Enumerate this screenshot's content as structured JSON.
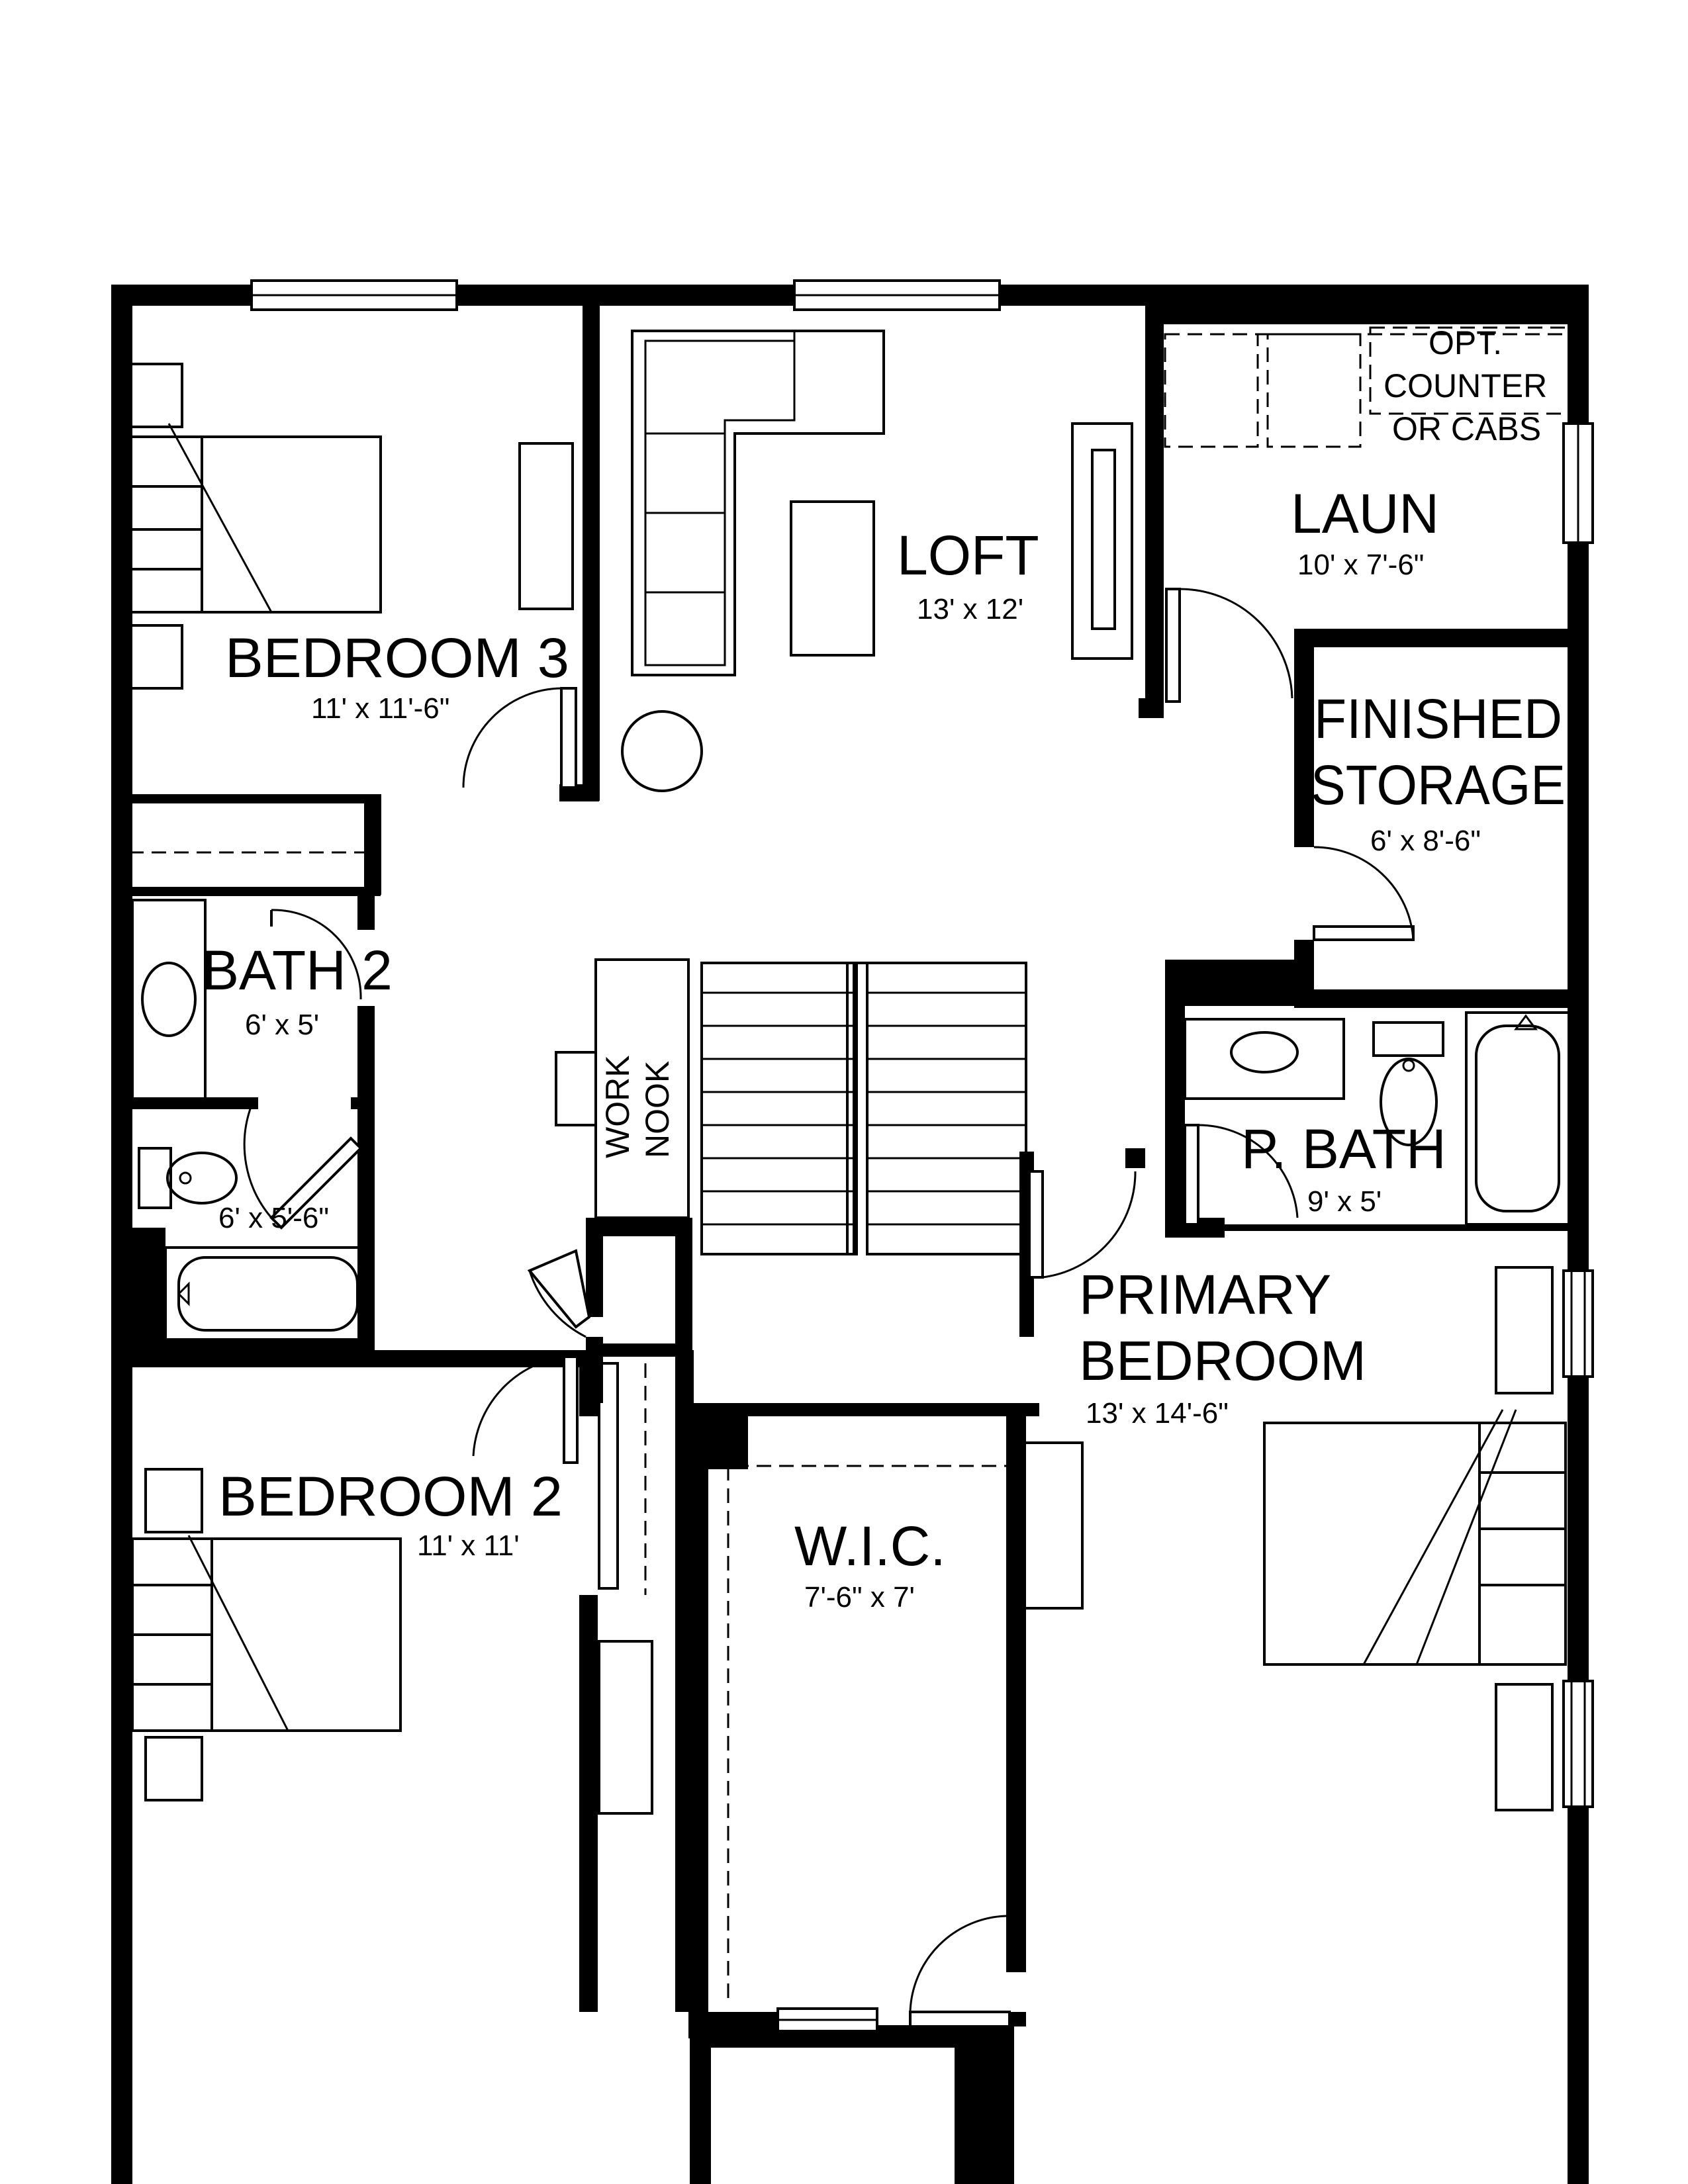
{
  "plan": {
    "rooms": {
      "bedroom3": {
        "name": "BEDROOM 3",
        "dim": "11' x 11'-6\""
      },
      "loft": {
        "name": "LOFT",
        "dim": "13' x 12'"
      },
      "laun": {
        "name": "LAUN",
        "dim": "10' x 7'-6\""
      },
      "finished_storage": {
        "name_line1": "FINISHED",
        "name_line2": "STORAGE",
        "dim": "6' x 8'-6\""
      },
      "bath2": {
        "name": "BATH 2",
        "dim": "6' x 5'",
        "dim2": "6' x 5'-6\""
      },
      "p_bath": {
        "name": "P. BATH",
        "dim": "9' x 5'"
      },
      "primary_bedroom": {
        "name_line1": "PRIMARY",
        "name_line2": "BEDROOM",
        "dim": "13' x 14'-6\""
      },
      "bedroom2": {
        "name": "BEDROOM 2",
        "dim": "11' x 11'"
      },
      "wic": {
        "name": "W.I.C.",
        "dim": "7'-6\" x 7'"
      }
    },
    "notes": {
      "opt_counter": {
        "line1": "OPT.",
        "line2": "COUNTER",
        "line3": "OR CABS"
      },
      "work_nook": {
        "line1": "WORK",
        "line2": "NOOK"
      }
    }
  }
}
